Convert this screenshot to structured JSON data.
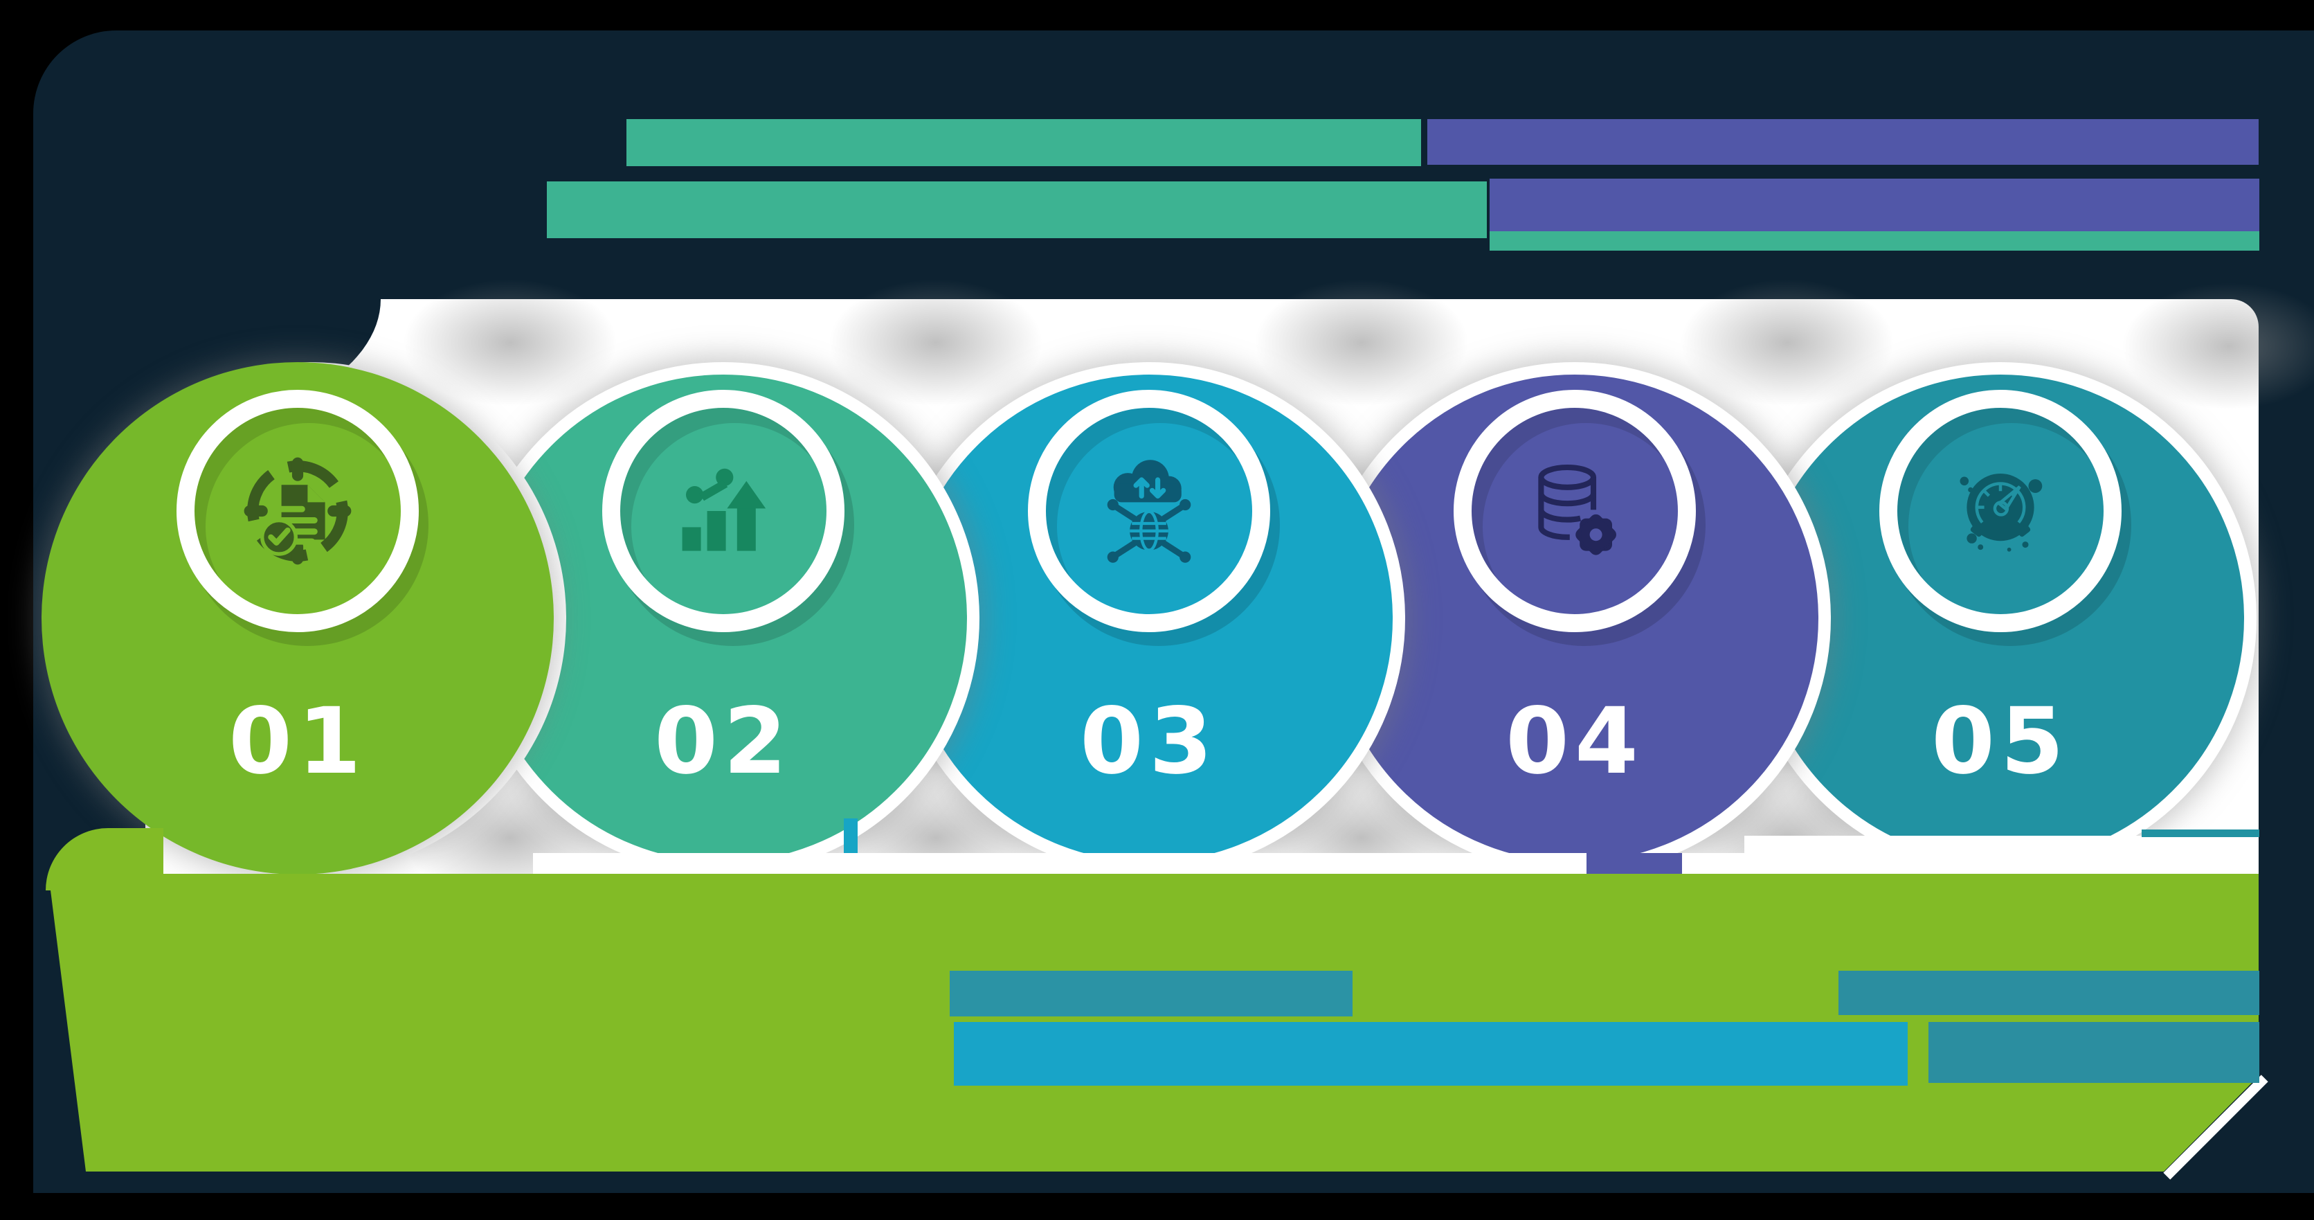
{
  "palette": {
    "background": "#000000",
    "panel": "#0d2231",
    "white": "#ffffff",
    "footer_panel": "#82bb26",
    "shadow_gray": "#8c8c8c"
  },
  "header": {
    "bars": [
      {
        "id": "title-line1-left",
        "color": "#3db392"
      },
      {
        "id": "title-line1-right",
        "color": "#5157a8"
      },
      {
        "id": "title-line2-left",
        "color": "#3db392"
      },
      {
        "id": "title-line2-right",
        "color": "#5157a8"
      },
      {
        "id": "title-line2-right-base",
        "color": "#3db392"
      }
    ]
  },
  "steps": [
    {
      "number": "01",
      "icon": "document-target-check-icon",
      "color": "#76b82a",
      "icon_color": "#3a5b1f"
    },
    {
      "number": "02",
      "icon": "growth-chart-icon",
      "color": "#3cb491",
      "icon_color": "#17875f"
    },
    {
      "number": "03",
      "icon": "cloud-transfer-globe-icon",
      "color": "#17a5c5",
      "icon_color": "#0d5a73"
    },
    {
      "number": "04",
      "icon": "database-gear-icon",
      "color": "#5257a7",
      "icon_color": "#23265a"
    },
    {
      "number": "05",
      "icon": "speedometer-icon",
      "color": "#2192a2",
      "icon_color": "#0e5b67"
    }
  ],
  "footer": {
    "bars": [
      {
        "id": "caption-line1-left",
        "color": "#2b93a5"
      },
      {
        "id": "caption-line1-right",
        "color": "#2b8ea0"
      },
      {
        "id": "caption-line2-left",
        "color": "#18a4c8"
      },
      {
        "id": "caption-line2-right",
        "color": "#2b8ea0"
      }
    ]
  }
}
